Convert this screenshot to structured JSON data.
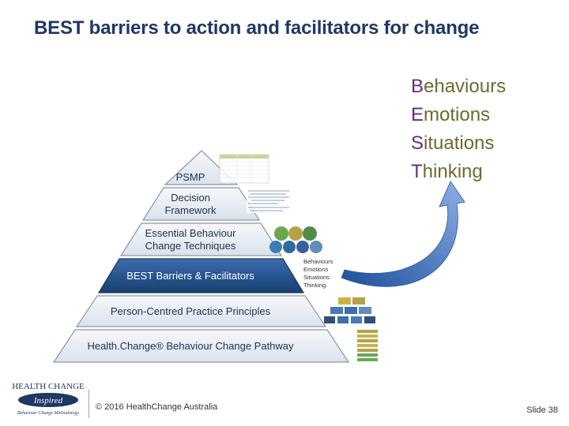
{
  "slide": {
    "title": "BEST barriers to action and facilitators for change",
    "best_list": [
      {
        "first": "B",
        "rest": "ehaviours"
      },
      {
        "first": "E",
        "rest": "motions"
      },
      {
        "first": "S",
        "rest": "ituations"
      },
      {
        "first": "T",
        "rest": "hinking"
      }
    ],
    "pyramid": {
      "layers": [
        {
          "label_1": "PSMP"
        },
        {
          "label_1": "Decision",
          "label_2": "Framework"
        },
        {
          "label_1": "Essential Behaviour",
          "label_2": "Change Techniques"
        },
        {
          "label_1": "BEST Barriers & Facilitators"
        },
        {
          "label_1": "Person-Centred Practice Principles"
        },
        {
          "label_1": "Health.Change® Behaviour Change Pathway"
        }
      ]
    },
    "mini_best": [
      "Behaviours",
      "Emotions",
      "Situations",
      "Thinking"
    ],
    "footer": {
      "copyright": "© 2016 HealthChange Australia",
      "slide_number": "Slide 38"
    },
    "logo": {
      "line_1": "HEALTH CHANGE",
      "line_2": "Inspired",
      "line_3": "Behaviour Change Methodology"
    },
    "colors": {
      "title": "#1f3864",
      "highlight_layer": "#1f4e8a",
      "layer_fill": "#e9eef5",
      "layer_stroke": "#8a96a8",
      "arrow": "#3a6fc0",
      "best_initial": "#6a2a7c",
      "best_rest": "#6b6b2e"
    }
  }
}
